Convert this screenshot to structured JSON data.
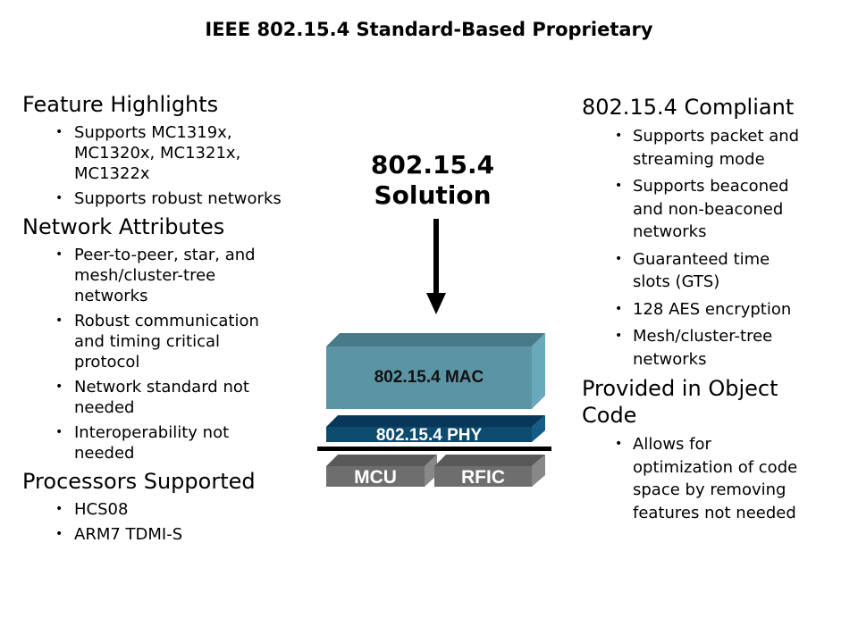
{
  "title": "IEEE 802.15.4 Standard-Based Proprietary",
  "left": [
    {
      "heading": "Feature Highlights",
      "items": [
        "Supports MC1319x,\nMC1320x, MC1321x,\nMC1322x",
        "Supports robust networks"
      ]
    },
    {
      "heading": "Network Attributes",
      "items": [
        "Peer-to-peer, star, and\nmesh/cluster-tree\nnetworks",
        "Robust communication\nand timing critical\nprotocol",
        "Network standard not\nneeded",
        "Interoperability not\nneeded"
      ]
    },
    {
      "heading": "Processors Supported",
      "items": [
        "HCS08",
        "ARM7 TDMI-S"
      ]
    }
  ],
  "right": [
    {
      "heading": "802.15.4 Compliant",
      "items": [
        "Supports packet and\nstreaming mode",
        "Supports beaconed\nand non-beaconed\nnetworks",
        "Guaranteed time\nslots (GTS)",
        "128 AES encryption",
        "Mesh/cluster-tree\nnetworks"
      ]
    },
    {
      "heading": "Provided in Object\nCode",
      "items": [
        "Allows for\noptimization of code\nspace by removing\nfeatures not needed"
      ]
    }
  ],
  "diagram": {
    "solution_label": "802.15.4\nSolution",
    "mac_label": "802.15.4 MAC",
    "phy_label": "802.15.4 PHY",
    "mcu_label": "MCU",
    "rfic_label": "RFIC",
    "colors": {
      "mac": "#5b95a5",
      "phy": "#0c4a6e",
      "hw": "#6e6e6e"
    }
  },
  "bullet": "•"
}
